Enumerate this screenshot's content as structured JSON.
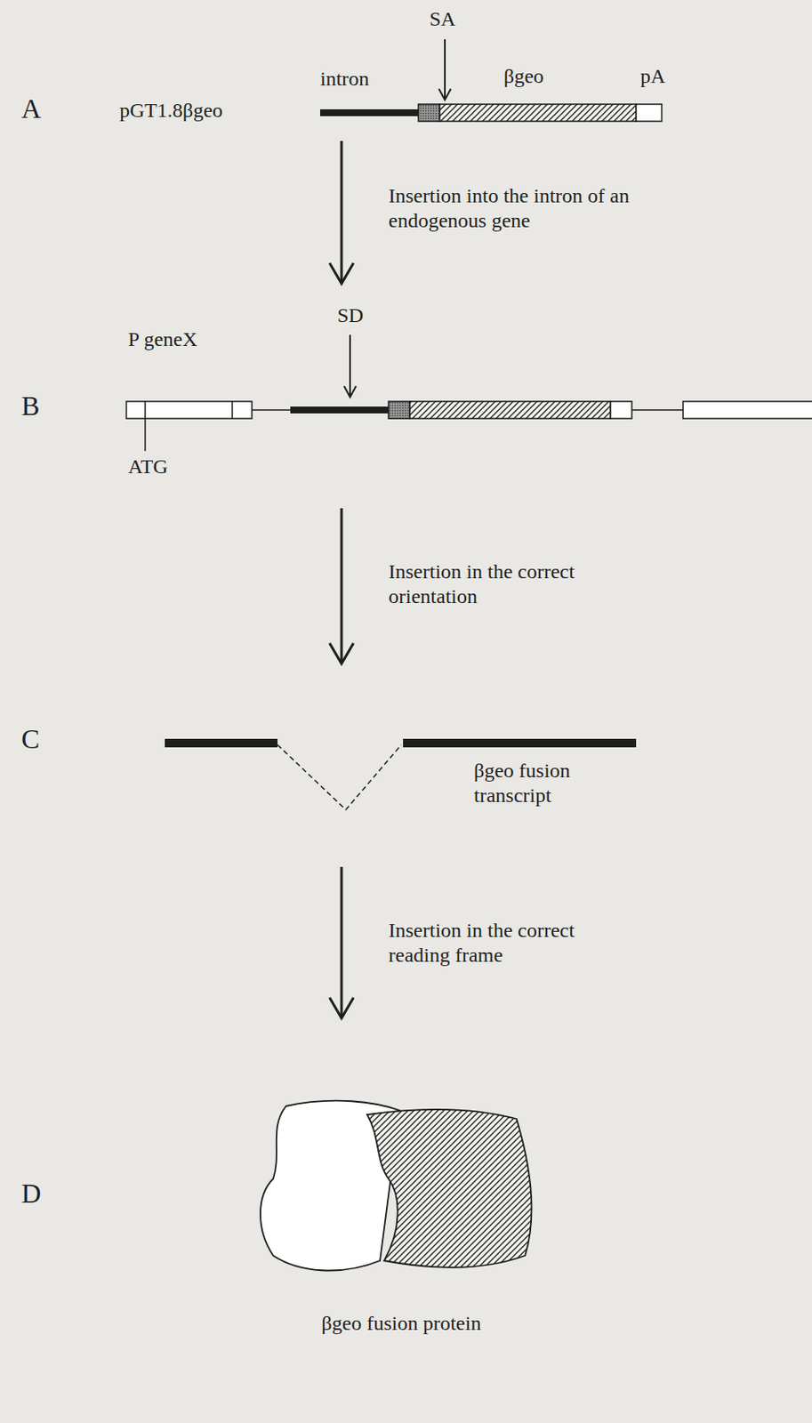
{
  "diagram": {
    "labels": [
      "SA",
      "A",
      "pGT1.8βgeo",
      "intron",
      "βgeo",
      "pA",
      "Insertion into the intron of an endogenous gene",
      "SD",
      "P geneX",
      "B",
      "ATG",
      "Insertion in the correct orientation",
      "C",
      "βgeo fusion transcript",
      "Insertion in the correct reading frame",
      "D",
      "βgeo fusion protein"
    ]
  }
}
